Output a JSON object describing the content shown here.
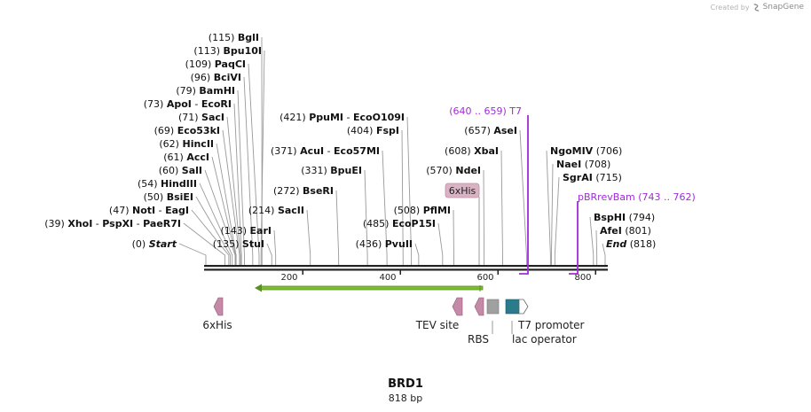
{
  "credit": {
    "prefix": "Created by",
    "brand": "SnapGene",
    "icon": "snapgene-logo-icon"
  },
  "sequence": {
    "name": "BRD1",
    "length_label": "818 bp",
    "length": 818
  },
  "colors": {
    "backbone": "#222222",
    "site_line": "#999999",
    "primer": "#a12bd8",
    "orf": "#7bbd33",
    "his_tag": "#c58aa7",
    "rbs": "#a0a0a0",
    "t7_promoter": "#2a7b8c",
    "lac_operator": "#ffffff"
  },
  "axis_ticks": [
    "200",
    "400",
    "600",
    "800"
  ],
  "sites": [
    {
      "pos": "(115)",
      "name": "BglI"
    },
    {
      "pos": "(113)",
      "name": "Bpu10I"
    },
    {
      "pos": "(109)",
      "name": "PaqCI"
    },
    {
      "pos": "(96)",
      "name": "BciVI"
    },
    {
      "pos": "(79)",
      "name": "BamHI"
    },
    {
      "pos": "(73)",
      "name": "ApoI",
      "sep": " - ",
      "name2": "EcoRI"
    },
    {
      "pos": "(71)",
      "name": "SacI"
    },
    {
      "pos": "(69)",
      "name": "Eco53kI"
    },
    {
      "pos": "(62)",
      "name": "HincII"
    },
    {
      "pos": "(61)",
      "name": "AccI"
    },
    {
      "pos": "(60)",
      "name": "SalI"
    },
    {
      "pos": "(54)",
      "name": "HindIII"
    },
    {
      "pos": "(50)",
      "name": "BsiEI"
    },
    {
      "pos": "(47)",
      "name": "NotI",
      "sep": " - ",
      "name2": "EagI"
    },
    {
      "pos": "(39)",
      "name": "XhoI",
      "sep": " - ",
      "name2": "PspXI",
      "sep2": " - ",
      "name3": "PaeR7I"
    },
    {
      "pos": "(0)",
      "name": "Start",
      "italic": true
    },
    {
      "pos": "(421)",
      "name": "PpuMI",
      "sep": " - ",
      "name2": "EcoO109I"
    },
    {
      "pos": "(404)",
      "name": "FspI"
    },
    {
      "pos": "(371)",
      "name": "AcuI",
      "sep": " - ",
      "name2": "Eco57MI"
    },
    {
      "pos": "(331)",
      "name": "BpuEI"
    },
    {
      "pos": "(272)",
      "name": "BseRI"
    },
    {
      "pos": "(214)",
      "name": "SacII"
    },
    {
      "pos": "(143)",
      "name": "EarI"
    },
    {
      "pos": "(135)",
      "name": "StuI"
    },
    {
      "pos": "(657)",
      "name": "AseI"
    },
    {
      "pos": "(608)",
      "name": "XbaI"
    },
    {
      "pos": "(570)",
      "name": "NdeI"
    },
    {
      "pos": "(508)",
      "name": "PflMI"
    },
    {
      "pos": "(485)",
      "name": "EcoP15I"
    },
    {
      "pos": "(436)",
      "name": "PvuII"
    },
    {
      "pos": "(706)",
      "name": "NgoMIV",
      "after": true
    },
    {
      "pos": "(708)",
      "name": "NaeI",
      "after": true
    },
    {
      "pos": "(715)",
      "name": "SgrAI",
      "after": true
    },
    {
      "pos": "(794)",
      "name": "BspHI",
      "after": true
    },
    {
      "pos": "(801)",
      "name": "AfeI",
      "after": true
    },
    {
      "pos": "(818)",
      "name": "End",
      "after": true,
      "italic": true
    }
  ],
  "primers": [
    {
      "label": "T7",
      "range": "(640 .. 659)"
    },
    {
      "label": "pBRrevBam",
      "range": "(743 .. 762)"
    }
  ],
  "features": {
    "his_tag_label": "6xHis",
    "his_tag_top_label": "6xHis",
    "tev_site": "TEV site",
    "rbs": "RBS",
    "t7_promoter": "T7 promoter",
    "lac_operator": "lac operator"
  }
}
